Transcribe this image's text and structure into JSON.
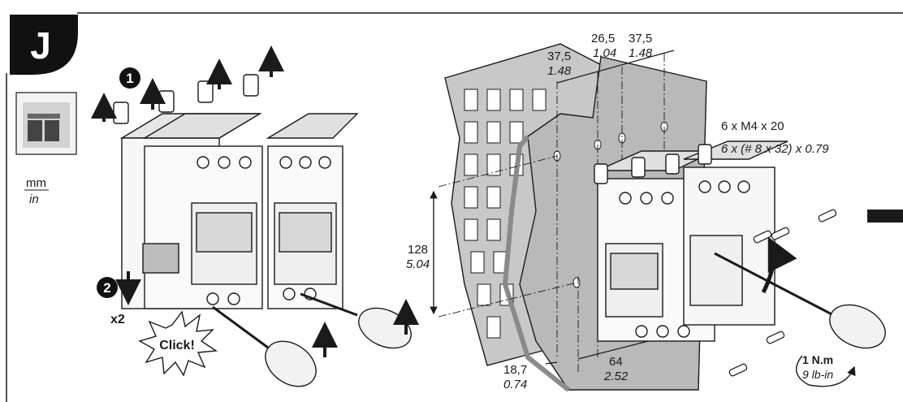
{
  "section_letter": "J",
  "units": {
    "metric": "mm",
    "imperial": "in"
  },
  "steps": {
    "step1": "1",
    "step2": "2"
  },
  "multiplier": "x2",
  "click_label": "Click!",
  "screw_spec": {
    "metric": "6 x M4 x 20",
    "imperial": "6 x (# 8 x 32) x 0.79"
  },
  "dimensions": {
    "spacing_left": {
      "metric": "37,5",
      "imperial": "1.48"
    },
    "spacing_mid": {
      "metric": "26,5",
      "imperial": "1.04"
    },
    "spacing_right": {
      "metric": "37,5",
      "imperial": "1.48"
    },
    "height": {
      "metric": "128",
      "imperial": "5.04"
    },
    "offset": {
      "metric": "18,7",
      "imperial": "0.74"
    },
    "width": {
      "metric": "64",
      "imperial": "2.52"
    }
  },
  "torque": {
    "metric": "1 N.m",
    "imperial": "9 lb-in"
  },
  "colors": {
    "ink": "#1a1a1a",
    "panel_gray": "#c8c8c8",
    "panel_dark": "#8a8a8a",
    "badge": "#111111"
  }
}
